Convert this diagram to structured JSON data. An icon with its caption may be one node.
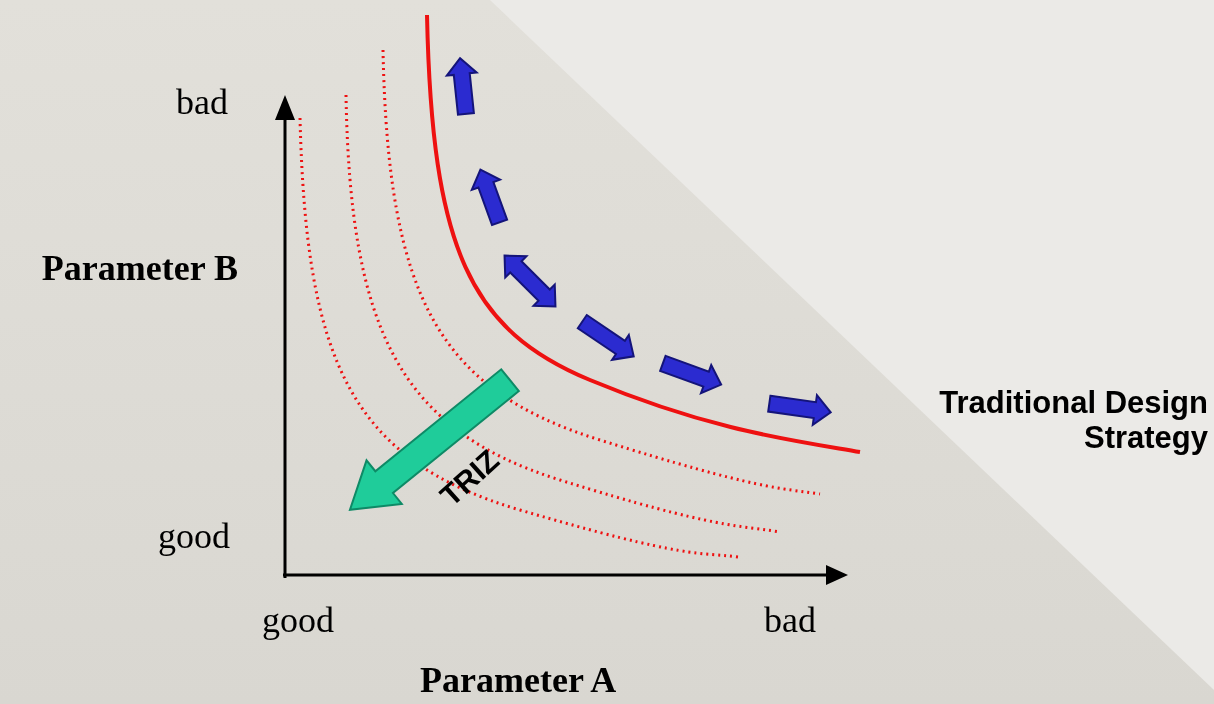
{
  "diagram": {
    "labels": [
      "bad",
      "Parameter B",
      "Traditional Design Strategy",
      "TRIZ",
      "good",
      "good",
      "bad",
      "Parameter A"
    ]
  }
}
